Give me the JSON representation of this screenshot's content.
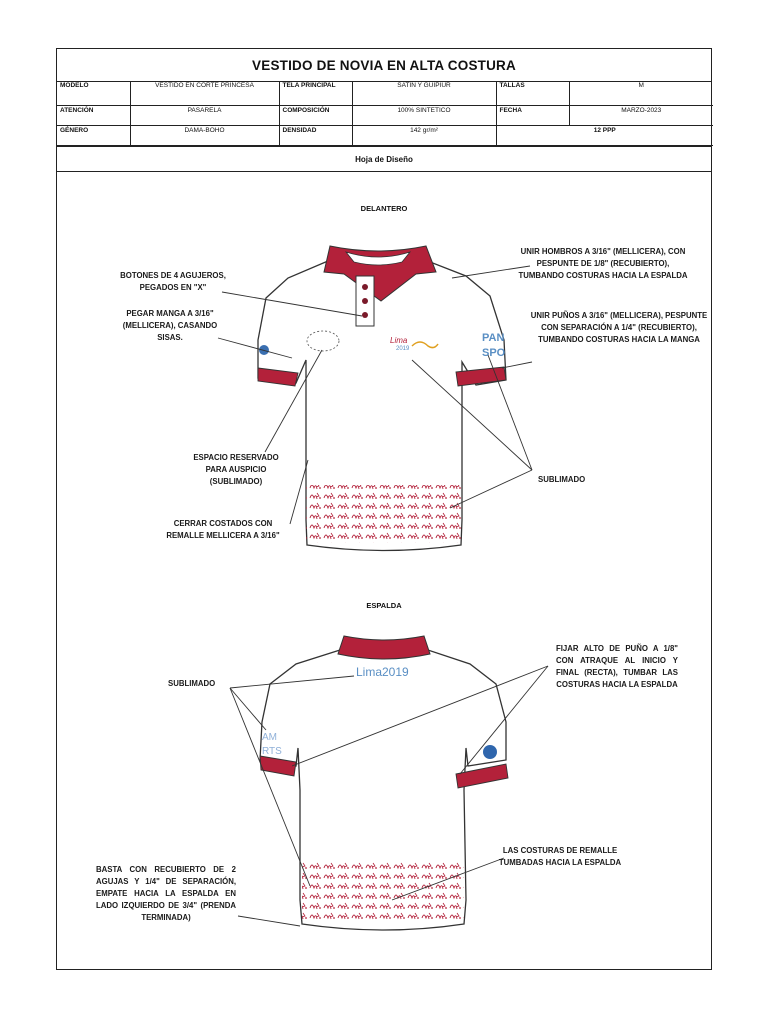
{
  "document": {
    "title": "VESTIDO DE NOVIA EN ALTA COSTURA",
    "rows": [
      {
        "label1": "MODELO",
        "value1": "VESTIDO EN CORTE PRINCESA",
        "label2": "TELA PRINCIPAL",
        "value2": "SATIN Y GUIPIUR",
        "label3": "TALLAS",
        "value3": "M"
      },
      {
        "label1": "ATENCIÓN",
        "value1": "PASARELA",
        "label2": "COMPOSICIÓN",
        "value2": "100% SINTETICO",
        "label3": "FECHA",
        "value3": "MARZO-2023"
      },
      {
        "label1": "GÉNERO",
        "value1": "DAMA-BOHO",
        "label2": "DENSIDAD",
        "value2": "142 gr/m²",
        "value3": "12 PPP"
      }
    ],
    "section_title": "Hoja de Diseño",
    "front_label": "DELANTERO",
    "back_label": "ESPALDA"
  },
  "front_notes": {
    "buttons": "BOTONES DE 4 AGUJEROS, PEGADOS EN \"X\"",
    "sleeve": "PEGAR MANGA A 3/16\" (MELLICERA), CASANDO SISAS.",
    "sponsor": "ESPACIO RESERVADO PARA AUSPICIO (SUBLIMADO)",
    "sides": "CERRAR COSTADOS CON REMALLE MELLICERA A 3/16\"",
    "shoulders": "UNIR HOMBROS A 3/16\" (MELLICERA), CON PESPUNTE DE 1/8\" (RECUBIERTO), TUMBANDO COSTURAS HACIA LA ESPALDA",
    "cuffs": "UNIR PUÑOS A 3/16\" (MELLICERA), PESPUNTE CON SEPARACIÓN A 1/4\" (RECUBIERTO), TUMBANDO COSTURAS HACIA LA MANGA",
    "sublimated": "SUBLIMADO"
  },
  "back_notes": {
    "sublimated": "SUBLIMADO",
    "cuff_height": "FIJAR ALTO DE PUÑO A 1/8\" CON ATRAQUE AL INICIO Y FINAL (RECTA), TUMBAR LAS COSTURAS HACIA LA ESPALDA",
    "hem": "BASTA CON RECUBIERTO DE 2 AGUJAS Y 1/4\" DE SEPARACIÓN, EMPATE HACIA LA ESPALDA EN LADO IZQUIERDO DE 3/4\" (PRENDA TERMINADA)",
    "overlock": "LAS COSTURAS DE REMALLE TUMBADAS HACIA LA ESPALDA"
  },
  "garment": {
    "front_logo": "Lima",
    "front_logo_year": "2019",
    "back_logo": "Lima2019",
    "front_sleeve_text_1": "PAN",
    "front_sleeve_text_2": "SPO",
    "back_sleeve_text_1": "AM",
    "back_sleeve_text_2": "RTS"
  },
  "colors": {
    "red": "#b3213a",
    "outline": "#333333",
    "logo_blue": "#5a8fc4"
  }
}
